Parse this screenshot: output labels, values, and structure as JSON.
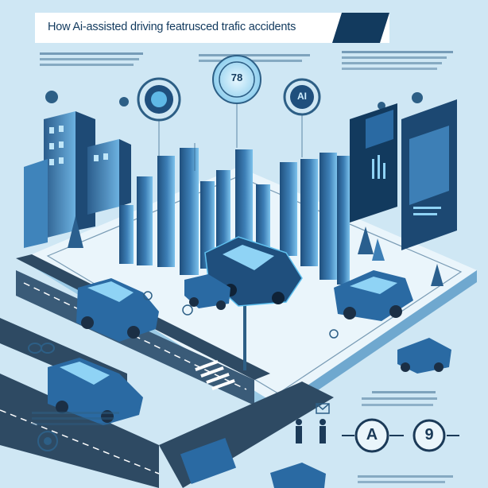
{
  "header": {
    "title": "How Ai-assisted driving  featrusced trafic accidents"
  },
  "badges": {
    "top_center": "78",
    "top_right": "AI"
  },
  "bottom_signs": {
    "left_letter": "A",
    "right_number": "9"
  },
  "colors": {
    "background": "#cfe7f4",
    "bar_dark": "#2a5f8e",
    "bar_light": "#5a9fd0",
    "road": "#2e4a63",
    "platform": "#ffffff",
    "accent": "#35b6e8"
  },
  "icons": [
    "car-icon",
    "bar-chart-icon",
    "gauge-icon",
    "ai-chip-icon",
    "pedestrian-icon",
    "tree-icon",
    "dashboard-panel-icon",
    "location-pin-icon",
    "lightbulb-icon",
    "street-lamp-icon"
  ]
}
